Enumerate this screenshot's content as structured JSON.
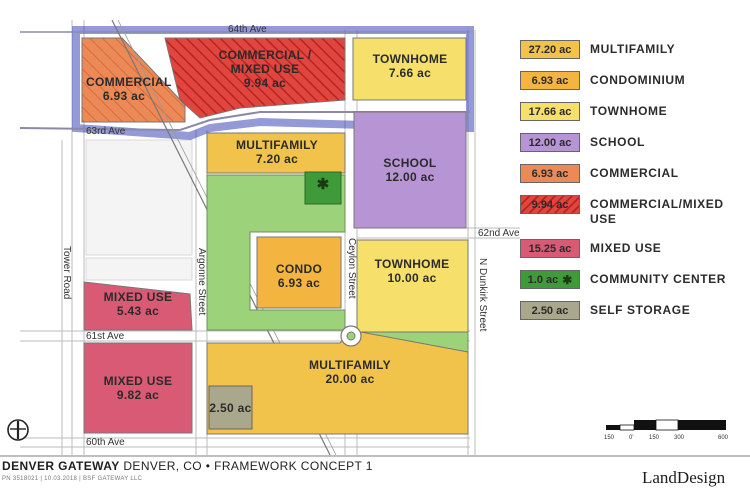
{
  "streets": {
    "ave64": "64th Ave",
    "ave63": "63rd Ave",
    "ave62": "62nd Ave",
    "ave61": "61st Ave",
    "ave60": "60th Ave",
    "tower": "Tower Road",
    "argonne": "Argonne Street",
    "ceylon": "Ceylon Street",
    "dunkirk": "N Dunkirk Street"
  },
  "parcels": {
    "commercial": {
      "name": "COMMERCIAL",
      "area": "6.93 ac"
    },
    "commercial_mixed": {
      "name1": "COMMERCIAL /",
      "name2": "MIXED USE",
      "area": "9.94 ac"
    },
    "townhome_n": {
      "name": "TOWNHOME",
      "area": "7.66 ac"
    },
    "multifamily_n": {
      "name": "MULTIFAMILY",
      "area": "7.20 ac"
    },
    "school": {
      "name": "SCHOOL",
      "area": "12.00 ac"
    },
    "condo": {
      "name": "CONDO",
      "area": "6.93 ac"
    },
    "townhome_s": {
      "name": "TOWNHOME",
      "area": "10.00 ac"
    },
    "mixed_use_n": {
      "name": "MIXED USE",
      "area": "5.43 ac"
    },
    "mixed_use_s": {
      "name": "MIXED USE",
      "area": "9.82 ac"
    },
    "multifamily_s": {
      "name": "MULTIFAMILY",
      "area": "20.00 ac"
    },
    "storage": {
      "area": "2.50 ac"
    },
    "community_star": "✱"
  },
  "legend": [
    {
      "value": "27.20 ac",
      "label": "MULTIFAMILY",
      "color": "#f2c34a"
    },
    {
      "value": "6.93 ac",
      "label": "CONDOMINIUM",
      "color": "#f3b540"
    },
    {
      "value": "17.66 ac",
      "label": "TOWNHOME",
      "color": "#f6df6a"
    },
    {
      "value": "12.00 ac",
      "label": "SCHOOL",
      "color": "#b794d4"
    },
    {
      "value": "6.93 ac",
      "label": "COMMERCIAL",
      "color": "#ec8a57"
    },
    {
      "value": "9.94 ac",
      "label": "COMMERCIAL/MIXED",
      "label2": "USE",
      "color": "#e0453e"
    },
    {
      "value": "15.25 ac",
      "label": "MIXED USE",
      "color": "#d85a74"
    },
    {
      "value": "1.0 ac",
      "label": "COMMUNITY CENTER",
      "color": "#3f9a3a"
    },
    {
      "value": "2.50 ac",
      "label": "SELF STORAGE",
      "color": "#a9a88c"
    }
  ],
  "title": {
    "project": "DENVER GATEWAY",
    "location": "DENVER, CO",
    "sep": "•",
    "concept": "FRAMEWORK CONCEPT 1",
    "meta": "PN 3518021 | 10.03.2018 | BSF GATEWAY LLC"
  },
  "brand": "LandDesign",
  "scale": {
    "l0": "150",
    "l1": "0'",
    "l2": "150",
    "l3": "300",
    "l4": "600"
  },
  "north_symbol": "N"
}
